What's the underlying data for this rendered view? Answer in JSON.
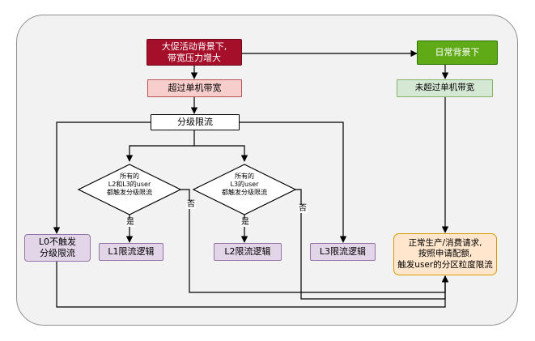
{
  "diagram": {
    "nodes": {
      "promo_background": "大促活动背景下,\n带宽压力增大",
      "daily_background": "日常背景下",
      "exceeds_single_machine_bandwidth": "超过单机带宽",
      "not_exceeds_single_machine_bandwidth": "未超过单机带宽",
      "tiered_rate_limit": "分级限流",
      "decision_l2_l3": "所有的\nL2和L3的user\n都触发分级限流",
      "decision_l3": "所有的\nL3的user\n都触发分级限流",
      "l0_not_triggered": "L0不触发\n分级限流",
      "l1_logic": "L1限流逻辑",
      "l2_logic": "L2限流逻辑",
      "l3_logic": "L3限流逻辑",
      "normal_flow": "正常生产/消费请求,\n按照申请配额,\n触发user的分区粒度限流"
    },
    "labels": {
      "yes_1": "是",
      "yes_2": "是",
      "no_1": "否",
      "no_2": "否"
    },
    "colors": {
      "panel_background": "#f2f2f2",
      "panel_border": "#8f8f8f",
      "promo_fill": "#a50f2a",
      "promo_stroke": "#6f0718",
      "daily_fill": "#60a917",
      "daily_stroke": "#2d7600",
      "exceeded_fill": "#f8cecc",
      "exceeded_stroke": "#b85450",
      "not_exceeded_fill": "#d5e8d4",
      "not_exceeded_stroke": "#82b366",
      "purple_fill": "#e1d5e7",
      "purple_stroke": "#9673a6",
      "normal_fill": "#ffe6cc",
      "normal_stroke": "#d79b00",
      "line_color": "#000000",
      "node_text_dark": "#000000",
      "node_text_light": "#ffffff"
    }
  }
}
